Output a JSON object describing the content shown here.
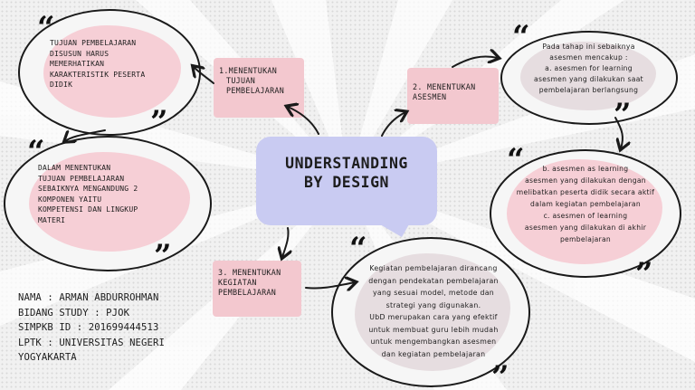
{
  "center": {
    "title_line1": "UNDERSTANDING",
    "title_line2": "BY DESIGN"
  },
  "steps": [
    {
      "line1": "1.MENENTUKAN",
      "line2": "TUJUAN",
      "line3": "PEMBELAJARAN"
    },
    {
      "line1": "2. MENENTUKAN",
      "line2": "ASESMEN"
    },
    {
      "line1": "3. MENENTUKAN",
      "line2": "KEGIATAN",
      "line3": "PEMBELAJARAN"
    }
  ],
  "notes": {
    "tujuan_1": [
      "TUJUAN PEMBELAJARAN",
      "DISUSUN HARUS",
      "MEMERHATIKAN",
      "KARAKTERISTIK PESERTA",
      "DIDIK"
    ],
    "tujuan_2": [
      "DALAM MENENTUKAN",
      "TUJUAN PEMBELAJARAN",
      "SEBAIKNYA MENGANDUNG 2",
      "KOMPONEN YAITU",
      "KOMPETENSI DAN LINGKUP",
      "MATERI"
    ],
    "asesmen_1": [
      "Pada tahap ini sebaiknya",
      "asesmen mencakup :",
      "a. asesmen for learning",
      "asesmen yang dilakukan saat",
      "pembelajaran berlangsung"
    ],
    "asesmen_2": [
      "b. asesmen as learning",
      "asesmen yang dilakukan dengan",
      "melibatkan peserta didik secara aktif",
      "dalam kegiatan pembelajaran",
      "c. asesmen of learning",
      "asesmen yang dilakukan di akhir",
      "pembelajaran"
    ],
    "kegiatan": [
      "Kegiatan pembelajaran dirancang",
      "dengan pendekatan pembelajaran",
      "yang sesuai model, metode dan",
      "strategi yang digunakan.",
      "UbD merupakan cara yang efektif",
      "untuk membuat guru lebih mudah",
      "untuk mengembangkan asesmen",
      "dan kegiatan pembelajaran"
    ]
  },
  "quote_open": "“",
  "quote_close": "”",
  "author": {
    "nama": "NAMA : ARMAN ABDURROHMAN",
    "bidang": "BIDANG STUDY : PJOK",
    "simpkb": "SIMPKB ID : 201699444513",
    "lptk_1": "LPTK : UNIVERSITAS NEGERI",
    "lptk_2": "YOGYAKARTA"
  },
  "colors": {
    "pink": "#f3c8cf",
    "blob_pink": "#f6cfd6",
    "blob_grey": "#e6dde0",
    "center": "#c9cbf2",
    "ink": "#1a1a1a"
  }
}
